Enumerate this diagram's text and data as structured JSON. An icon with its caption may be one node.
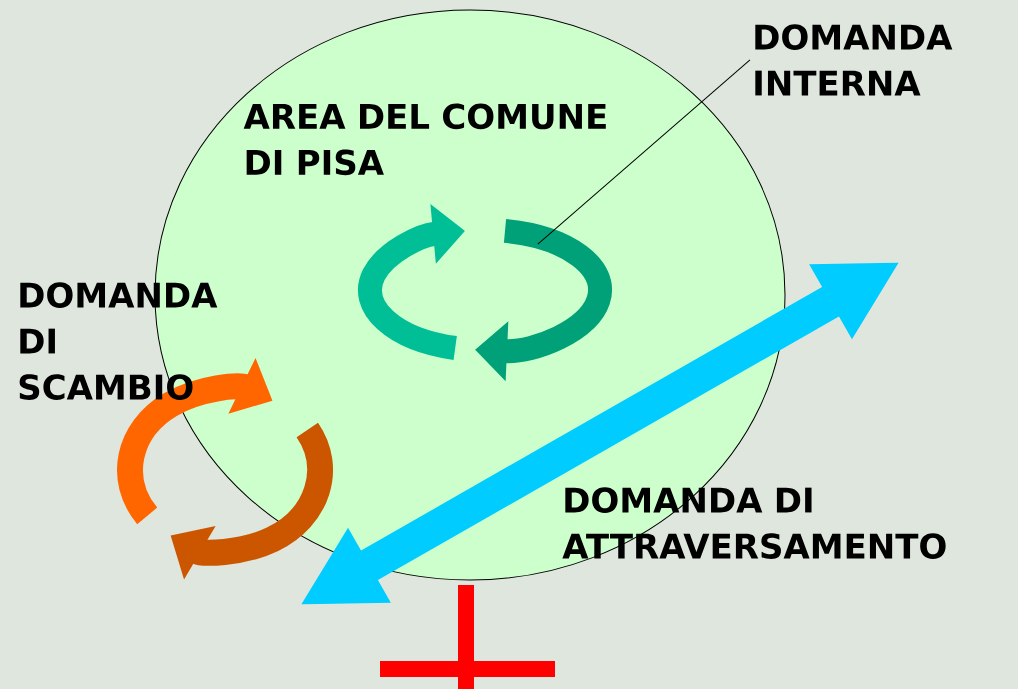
{
  "diagram": {
    "nodes": [
      {
        "text": [
          "AREA DEL COMUNE DI PISA"
        ]
      },
      {
        "text": [
          "DOMANDA INTERNA"
        ]
      },
      {
        "text": [],
        "shape": "picture",
        "in": 0
      }
    ],
    "edges": [
      {
        "from": 1,
        "to": 2,
        "arrow": "none"
      }
    ],
    "labels": [
      "DOMANDA DI SCAMBIO",
      "DOMANDA DI ATTRAVERSAMENTO"
    ]
  }
}
